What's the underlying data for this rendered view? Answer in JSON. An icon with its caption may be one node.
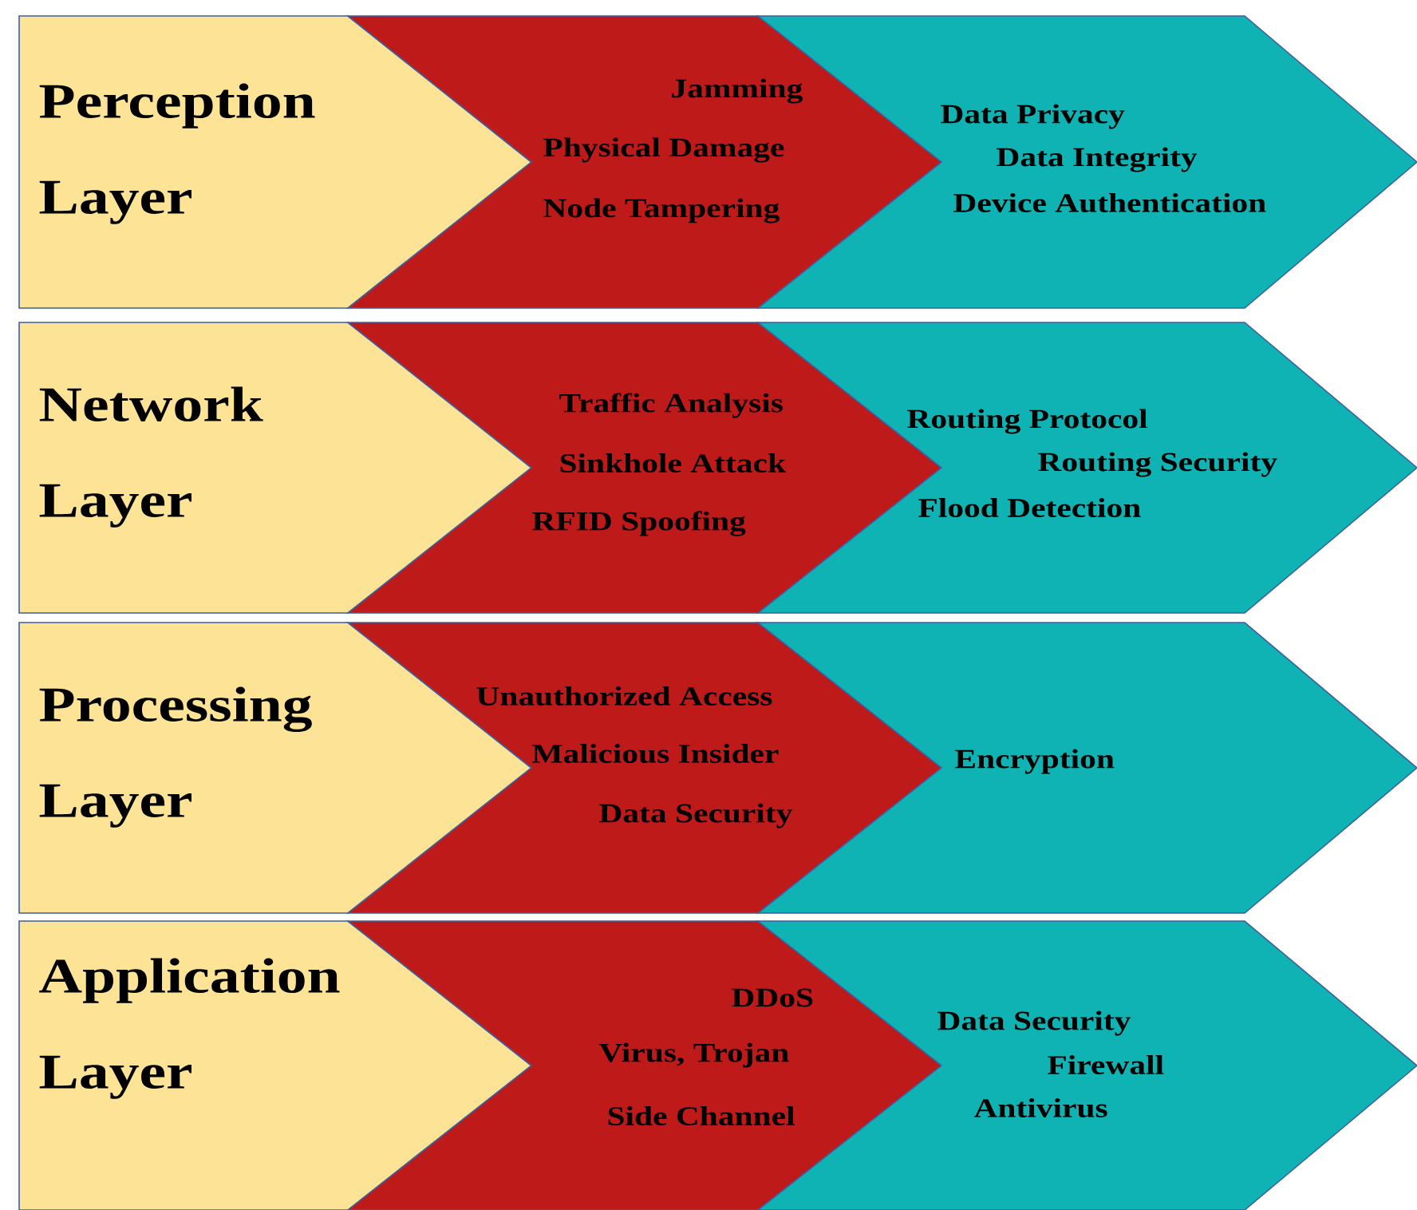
{
  "diagram": {
    "nodes": [
      {
        "text": [
          "Perception Layer"
        ]
      },
      {
        "text": [
          "Jamming",
          "Physical Damage",
          "Node Tampering"
        ]
      },
      {
        "text": [
          "Data Privacy",
          "Data Integrity",
          "Device Authentication"
        ]
      },
      {
        "text": [
          "Network Layer"
        ]
      },
      {
        "text": [
          "Traffic Analysis",
          "Sinkhole Attack",
          "RFID Spoofing"
        ]
      },
      {
        "text": [
          "Routing Protocol",
          "Routing Security",
          "Flood Detection"
        ]
      },
      {
        "text": [
          "Processing Layer"
        ]
      },
      {
        "text": [
          "Unauthorized Access",
          "Malicious Insider",
          "Data Security"
        ]
      },
      {
        "text": [
          "Encryption"
        ]
      },
      {
        "text": [
          "Application Layer"
        ]
      },
      {
        "text": [
          "DDoS",
          "Virus, Trojan",
          "Side Channel"
        ]
      },
      {
        "text": [
          "Data Security",
          "Firewall",
          "Antivirus"
        ]
      }
    ]
  }
}
